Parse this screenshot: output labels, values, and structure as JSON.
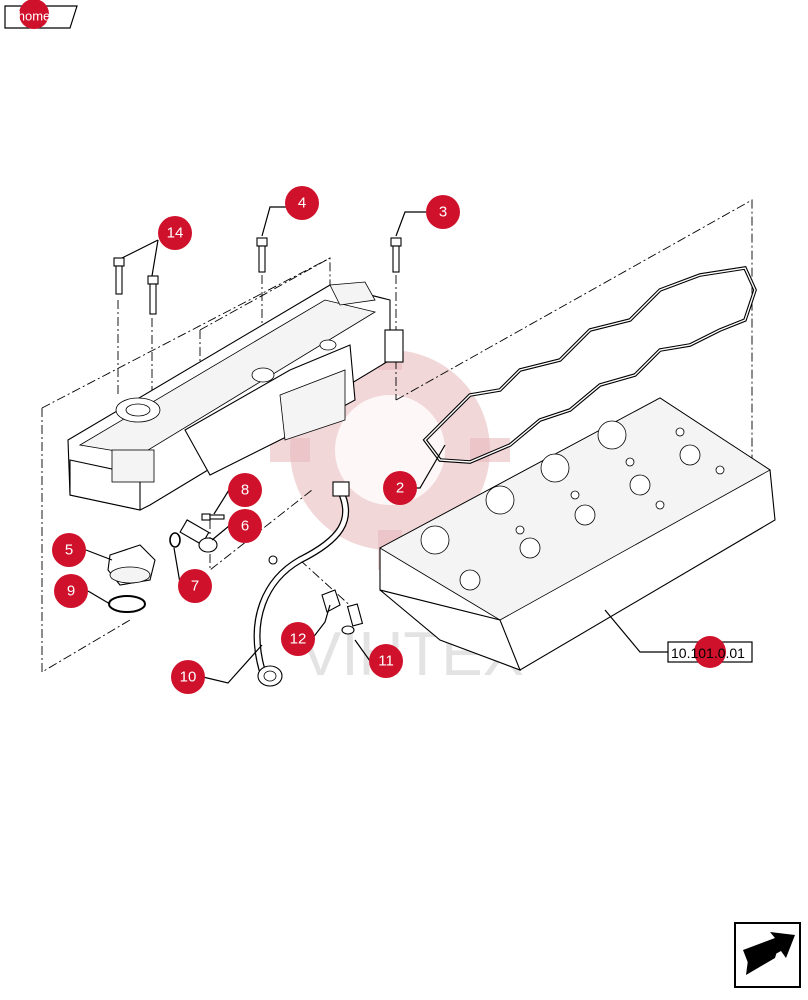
{
  "home_button": {
    "label": "home"
  },
  "watermark": {
    "text": "VIHTEX"
  },
  "reference_box": {
    "label": "10.101.0.01"
  },
  "callouts": [
    {
      "label": "14"
    },
    {
      "label": "4"
    },
    {
      "label": "3"
    },
    {
      "label": "2"
    },
    {
      "label": "8"
    },
    {
      "label": "6"
    },
    {
      "label": "5"
    },
    {
      "label": "7"
    },
    {
      "label": "9"
    },
    {
      "label": "12"
    },
    {
      "label": "11"
    },
    {
      "label": "10"
    }
  ],
  "colors": {
    "callout": "#d0112b",
    "watermark": "#e7b7b9"
  },
  "icons": {
    "next_page": "arrow-next-icon"
  }
}
